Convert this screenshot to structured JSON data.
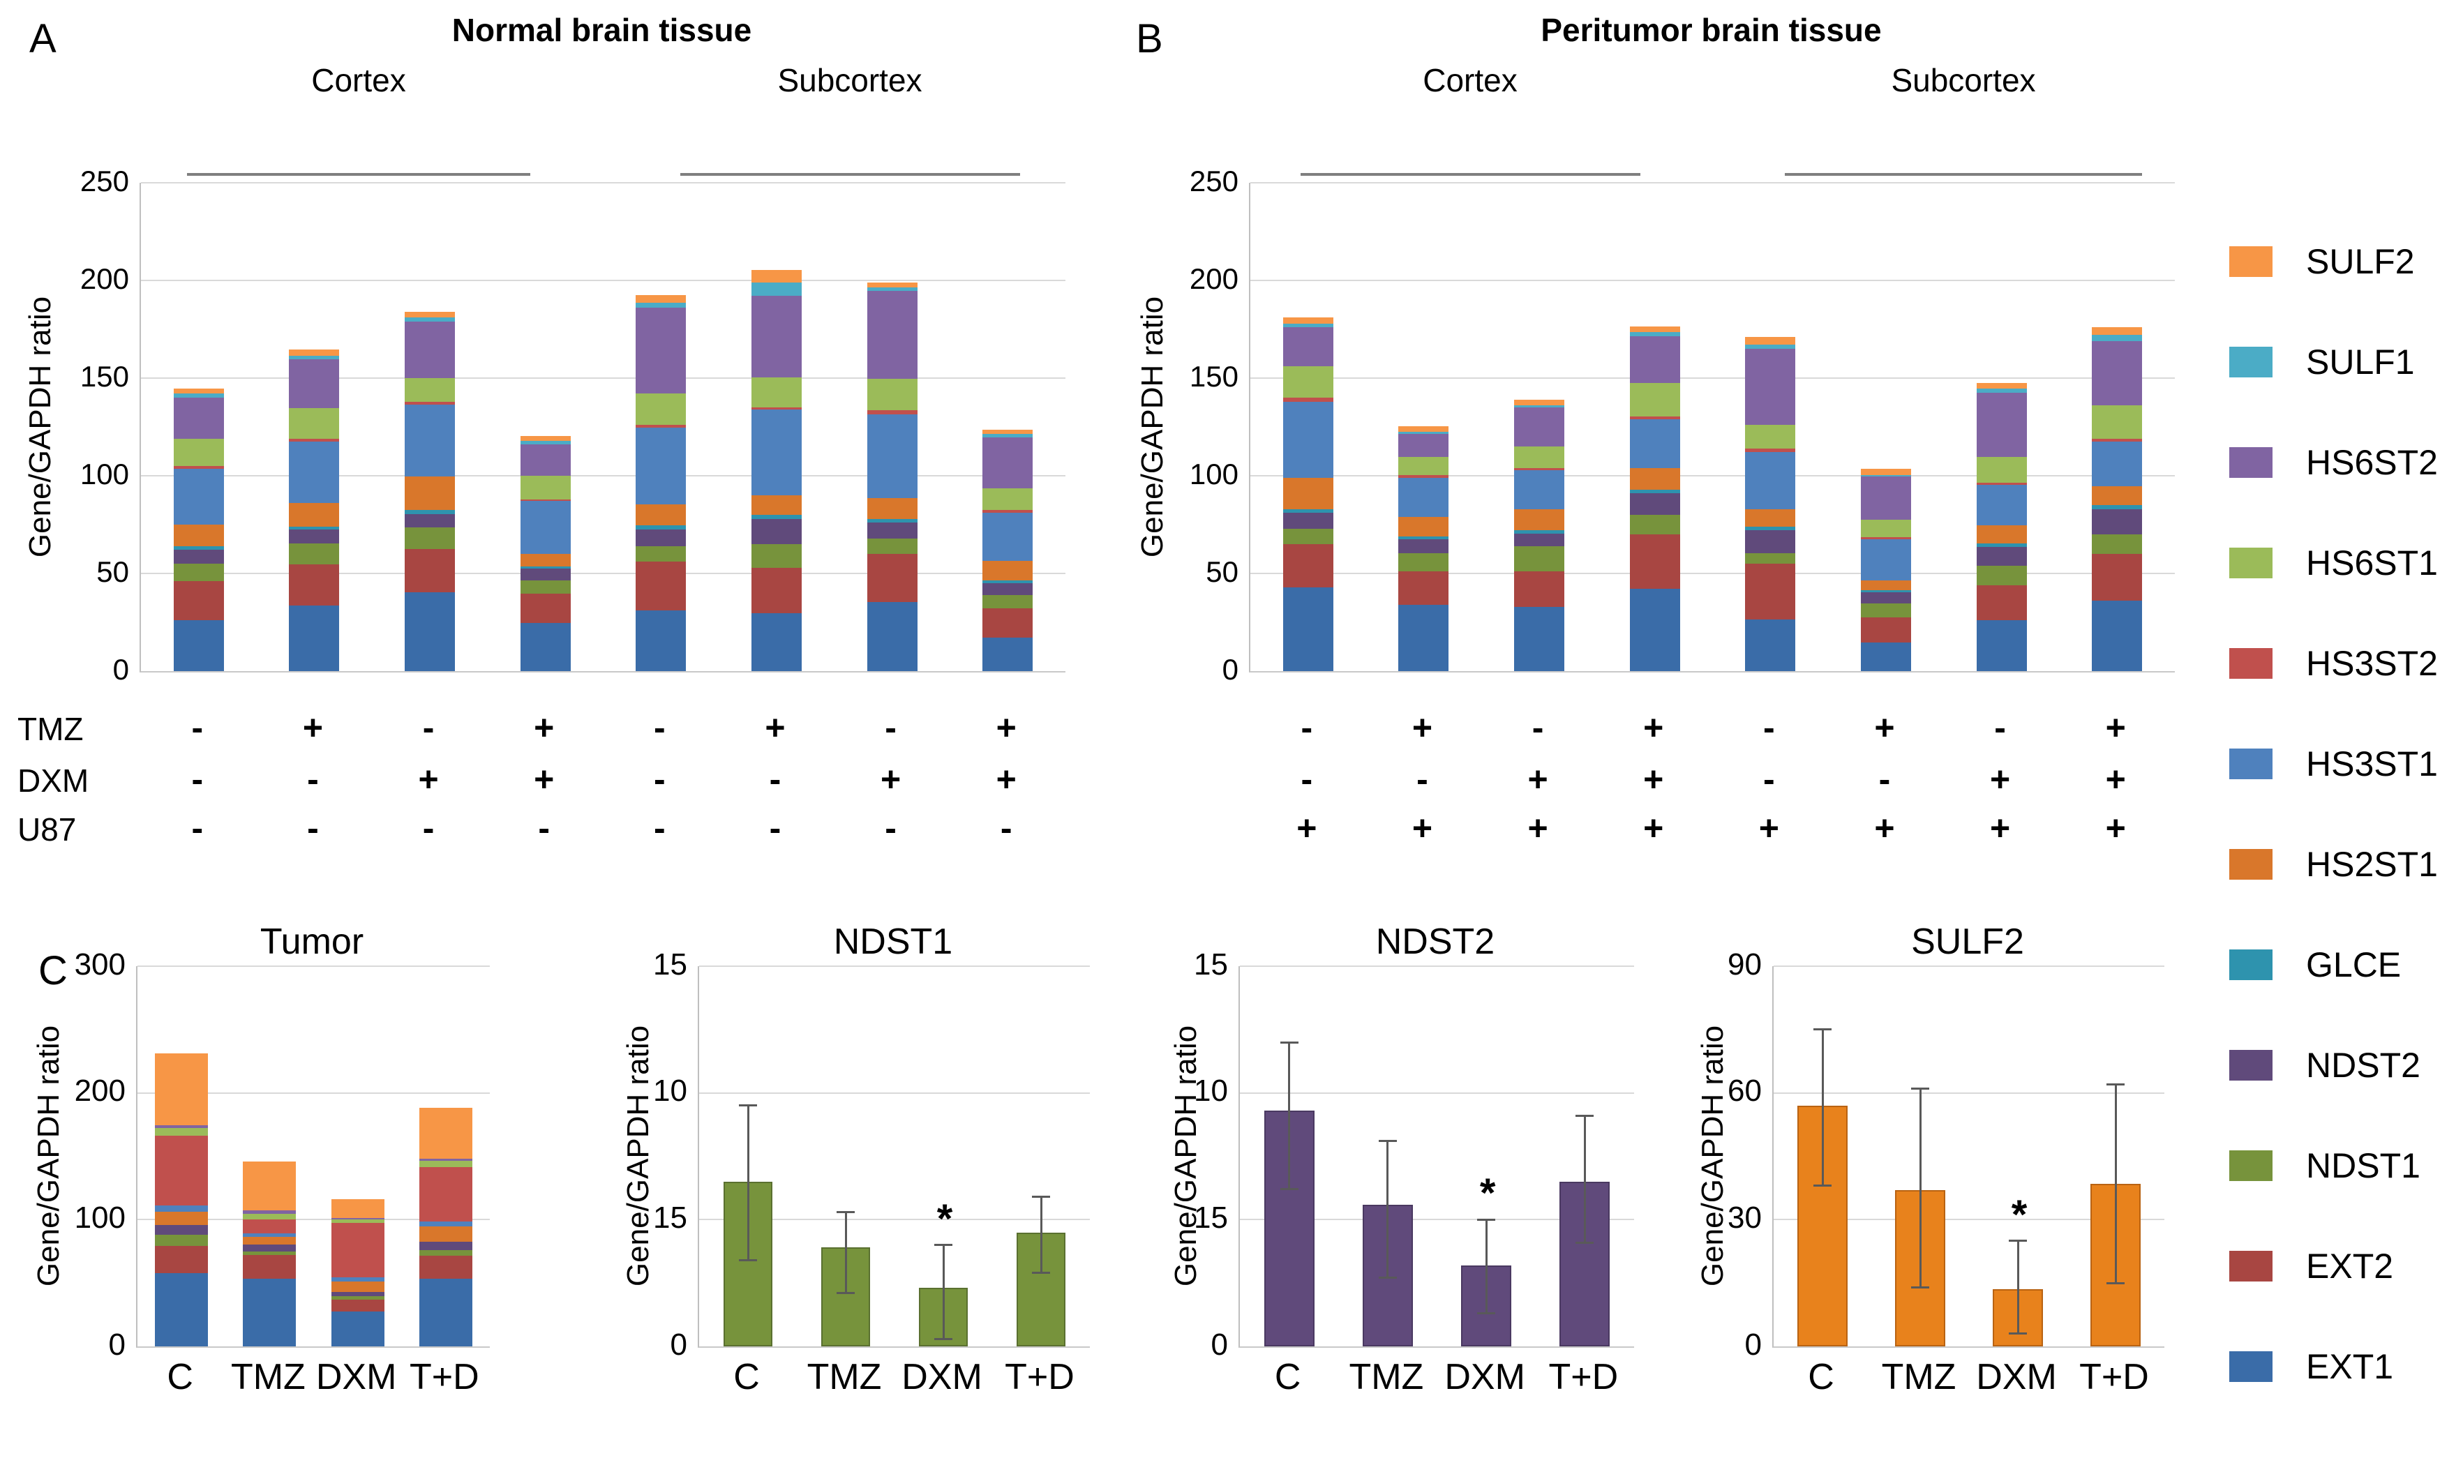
{
  "figure": {
    "ylabel": "Gene/GAPDH ratio",
    "panel_a": {
      "letter": "A",
      "title": "Normal brain tissue",
      "groups": [
        "Cortex",
        "Subcortex"
      ],
      "condition_rows": [
        {
          "label": "TMZ",
          "signs": [
            "-",
            "+",
            "-",
            "+",
            "-",
            "+",
            "-",
            "+"
          ]
        },
        {
          "label": "DXM",
          "signs": [
            "-",
            "-",
            "+",
            "+",
            "-",
            "-",
            "+",
            "+"
          ]
        },
        {
          "label": "U87",
          "signs": [
            "-",
            "-",
            "-",
            "-",
            "-",
            "-",
            "-",
            "-"
          ]
        }
      ]
    },
    "panel_b": {
      "letter": "B",
      "title": "Peritumor brain tissue",
      "groups": [
        "Cortex",
        "Subcortex"
      ],
      "condition_rows": [
        {
          "label": "",
          "signs": [
            "-",
            "+",
            "-",
            "+",
            "-",
            "+",
            "-",
            "+"
          ]
        },
        {
          "label": "",
          "signs": [
            "-",
            "-",
            "+",
            "+",
            "-",
            "-",
            "+",
            "+"
          ]
        },
        {
          "label": "",
          "signs": [
            "+",
            "+",
            "+",
            "+",
            "+",
            "+",
            "+",
            "+"
          ]
        }
      ]
    },
    "panel_c": {
      "letter": "C"
    },
    "legend": {
      "items": [
        {
          "label": "SULF2",
          "color": "#F79646"
        },
        {
          "label": "SULF1",
          "color": "#4BACC6"
        },
        {
          "label": "HS6ST2",
          "color": "#8064A2"
        },
        {
          "label": "HS6ST1",
          "color": "#9BBB59"
        },
        {
          "label": "HS3ST2",
          "color": "#C0504D"
        },
        {
          "label": "HS3ST1",
          "color": "#4F81BD"
        },
        {
          "label": "HS2ST1",
          "color": "#D9772B"
        },
        {
          "label": "GLCE",
          "color": "#2E93AE"
        },
        {
          "label": "NDST2",
          "color": "#604A7B"
        },
        {
          "label": "NDST1",
          "color": "#77933C"
        },
        {
          "label": "EXT2",
          "color": "#A84642"
        },
        {
          "label": "EXT1",
          "color": "#3A6CA8"
        }
      ]
    }
  },
  "series_colors": {
    "EXT1": "#3A6CA8",
    "EXT2": "#A84642",
    "NDST1": "#77933C",
    "NDST2": "#604A7B",
    "GLCE": "#2E93AE",
    "HS2ST1": "#D9772B",
    "HS3ST1": "#4F81BD",
    "HS3ST2": "#C0504D",
    "HS6ST1": "#9BBB59",
    "HS6ST2": "#8064A2",
    "SULF1": "#4BACC6",
    "SULF2": "#F79646"
  },
  "chart_data": [
    {
      "id": "normal",
      "type": "stacked-bar",
      "title": "Normal brain tissue",
      "ylabel": "Gene/GAPDH ratio",
      "ylim": [
        0,
        250
      ],
      "yticks": [
        0,
        50,
        100,
        150,
        200,
        250
      ],
      "grid": true,
      "legend_position": "right-of-figure",
      "categories": [
        "Cortex -/-",
        "Cortex +/-",
        "Cortex -/+",
        "Cortex +/+",
        "Subcortex -/-",
        "Subcortex +/-",
        "Subcortex -/+",
        "Subcortex +/+"
      ],
      "series": [
        {
          "name": "EXT1",
          "values": [
            26,
            33.5,
            40.5,
            24.5,
            31,
            29.5,
            35.5,
            17
          ]
        },
        {
          "name": "EXT2",
          "values": [
            20,
            21,
            22,
            15,
            25,
            23.5,
            24.5,
            15
          ]
        },
        {
          "name": "NDST1",
          "values": [
            9,
            11,
            11,
            7,
            8,
            12,
            8,
            7
          ]
        },
        {
          "name": "NDST2",
          "values": [
            7,
            7,
            7,
            6,
            8.5,
            13,
            8,
            6
          ]
        },
        {
          "name": "GLCE",
          "values": [
            2,
            1.5,
            2,
            1,
            2,
            2,
            2,
            1.5
          ]
        },
        {
          "name": "HS2ST1",
          "values": [
            11,
            12,
            17,
            6.5,
            11,
            10,
            10.5,
            10
          ]
        },
        {
          "name": "HS3ST1",
          "values": [
            28.5,
            31.5,
            37,
            27,
            39,
            44,
            43,
            24.5
          ]
        },
        {
          "name": "HS3ST2",
          "values": [
            1.5,
            1.5,
            1.5,
            1,
            1.5,
            1,
            2,
            1.5
          ]
        },
        {
          "name": "HS6ST1",
          "values": [
            14,
            15.5,
            12,
            12,
            16,
            15.5,
            16,
            11
          ]
        },
        {
          "name": "HS6ST2",
          "values": [
            21,
            25,
            29,
            16,
            44,
            41.5,
            45,
            26
          ]
        },
        {
          "name": "SULF1",
          "values": [
            2,
            2,
            2,
            2,
            2.5,
            7,
            2,
            2
          ]
        },
        {
          "name": "SULF2",
          "values": [
            2.5,
            3,
            3,
            2.5,
            4,
            6.5,
            2.5,
            2
          ]
        }
      ]
    },
    {
      "id": "peritumor",
      "type": "stacked-bar",
      "title": "Peritumor brain tissue",
      "ylabel": "Gene/GAPDH ratio",
      "ylim": [
        0,
        250
      ],
      "yticks": [
        0,
        50,
        100,
        150,
        200,
        250
      ],
      "grid": true,
      "categories": [
        "Cortex -/-/+",
        "Cortex +/-/+",
        "Cortex -/+/+",
        "Cortex +/+/+",
        "Subcortex -/-/+",
        "Subcortex +/-/+",
        "Subcortex -/+/+",
        "Subcortex +/+/+"
      ],
      "series": [
        {
          "name": "EXT1",
          "values": [
            43,
            34,
            33,
            42,
            26.5,
            14.5,
            26,
            36
          ]
        },
        {
          "name": "EXT2",
          "values": [
            22,
            17,
            18,
            28,
            28.5,
            13,
            18,
            24
          ]
        },
        {
          "name": "NDST1",
          "values": [
            8,
            9.5,
            13,
            10,
            5.5,
            7,
            10,
            10
          ]
        },
        {
          "name": "NDST2",
          "values": [
            8,
            7,
            6.5,
            11,
            11.5,
            6,
            9.5,
            13
          ]
        },
        {
          "name": "GLCE",
          "values": [
            2,
            1.5,
            1.5,
            2,
            2,
            1,
            2,
            2
          ]
        },
        {
          "name": "HS2ST1",
          "values": [
            16,
            10,
            11,
            11,
            9,
            5,
            9,
            9.5
          ]
        },
        {
          "name": "HS3ST1",
          "values": [
            39,
            20,
            20,
            25,
            29,
            21,
            21,
            23
          ]
        },
        {
          "name": "HS3ST2",
          "values": [
            2,
            1.5,
            1,
            1.5,
            2,
            1,
            1,
            1.5
          ]
        },
        {
          "name": "HS6ST1",
          "values": [
            16,
            9,
            11,
            17,
            12,
            9,
            13,
            17
          ]
        },
        {
          "name": "HS6ST2",
          "values": [
            20,
            12,
            20,
            24,
            39,
            22,
            33,
            33
          ]
        },
        {
          "name": "SULF1",
          "values": [
            2,
            1,
            1,
            2,
            2,
            1,
            2,
            3
          ]
        },
        {
          "name": "SULF2",
          "values": [
            3,
            3,
            3,
            3,
            4,
            3,
            3,
            4
          ]
        }
      ]
    },
    {
      "id": "tumor",
      "type": "stacked-bar",
      "title": "Tumor",
      "ylabel": "Gene/GAPDH ratio",
      "ylim": [
        0,
        300
      ],
      "yticks": [
        0,
        100,
        200,
        300
      ],
      "grid": true,
      "categories": [
        "C",
        "TMZ",
        "DXM",
        "T+D"
      ],
      "series": [
        {
          "name": "EXT1",
          "values": [
            58,
            53.5,
            27.5,
            53.5
          ]
        },
        {
          "name": "EXT2",
          "values": [
            21.5,
            18.5,
            9.5,
            18
          ]
        },
        {
          "name": "NDST1",
          "values": [
            8.5,
            3,
            2.7,
            4.5
          ]
        },
        {
          "name": "NDST2",
          "values": [
            8,
            5.5,
            3,
            6.7
          ]
        },
        {
          "name": "GLCE",
          "values": [
            0,
            0,
            0,
            0
          ]
        },
        {
          "name": "HS2ST1",
          "values": [
            10.5,
            6,
            8.5,
            11.8
          ]
        },
        {
          "name": "HS3ST1",
          "values": [
            4.5,
            2.5,
            3.3,
            3.8
          ]
        },
        {
          "name": "HS3ST2",
          "values": [
            55,
            11,
            43,
            43
          ]
        },
        {
          "name": "HS6ST1",
          "values": [
            6.5,
            4.5,
            2.7,
            5
          ]
        },
        {
          "name": "HS6ST2",
          "values": [
            2,
            2.7,
            1,
            2
          ]
        },
        {
          "name": "SULF1",
          "values": [
            0,
            0,
            0,
            0
          ]
        },
        {
          "name": "SULF2",
          "values": [
            56.5,
            38.5,
            15,
            40
          ]
        }
      ]
    },
    {
      "id": "ndst1",
      "type": "bar",
      "title": "NDST1",
      "ylabel": "Gene/GAPDH ratio",
      "ylim": [
        0,
        15
      ],
      "yticks": [
        {
          "value": 0,
          "label": "0"
        },
        {
          "value": 5,
          "label": "15"
        },
        {
          "value": 10,
          "label": "10"
        },
        {
          "value": 15,
          "label": "15"
        }
      ],
      "grid": true,
      "bar_color": "#77933C",
      "bar_border": "#5A7030",
      "categories": [
        "C",
        "TMZ",
        "DXM",
        "T+D"
      ],
      "values": [
        6.5,
        3.9,
        2.3,
        4.5
      ],
      "error_low": [
        3.4,
        2.1,
        0.3,
        2.9
      ],
      "error_high": [
        9.5,
        5.3,
        4.0,
        5.9
      ],
      "significance": [
        "",
        "",
        "*",
        ""
      ]
    },
    {
      "id": "ndst2",
      "type": "bar",
      "title": "NDST2",
      "ylabel": "Gene/GAPDH ratio",
      "ylim": [
        0,
        15
      ],
      "yticks": [
        {
          "value": 0,
          "label": "0"
        },
        {
          "value": 5,
          "label": "15"
        },
        {
          "value": 10,
          "label": "10"
        },
        {
          "value": 15,
          "label": "15"
        }
      ],
      "grid": true,
      "bar_color": "#604A7B",
      "bar_border": "#4A3961",
      "categories": [
        "C",
        "TMZ",
        "DXM",
        "T+D"
      ],
      "values": [
        9.3,
        5.6,
        3.2,
        6.5
      ],
      "error_low": [
        6.2,
        2.7,
        1.3,
        4.1
      ],
      "error_high": [
        12.0,
        8.1,
        5.0,
        9.1
      ],
      "significance": [
        "",
        "",
        "*",
        ""
      ]
    },
    {
      "id": "sulf2",
      "type": "bar",
      "title": "SULF2",
      "ylabel": "Gene/GAPDH ratio",
      "ylim": [
        0,
        90
      ],
      "yticks": [
        {
          "value": 0,
          "label": "0"
        },
        {
          "value": 30,
          "label": "30"
        },
        {
          "value": 60,
          "label": "60"
        },
        {
          "value": 90,
          "label": "90"
        }
      ],
      "grid": true,
      "bar_color": "#E8821C",
      "bar_border": "#B96312",
      "categories": [
        "C",
        "TMZ",
        "DXM",
        "T+D"
      ],
      "values": [
        57,
        37,
        13.5,
        38.5
      ],
      "error_low": [
        38,
        14,
        3,
        15
      ],
      "error_high": [
        75,
        61,
        25,
        62
      ],
      "significance": [
        "",
        "",
        "*",
        ""
      ]
    }
  ]
}
